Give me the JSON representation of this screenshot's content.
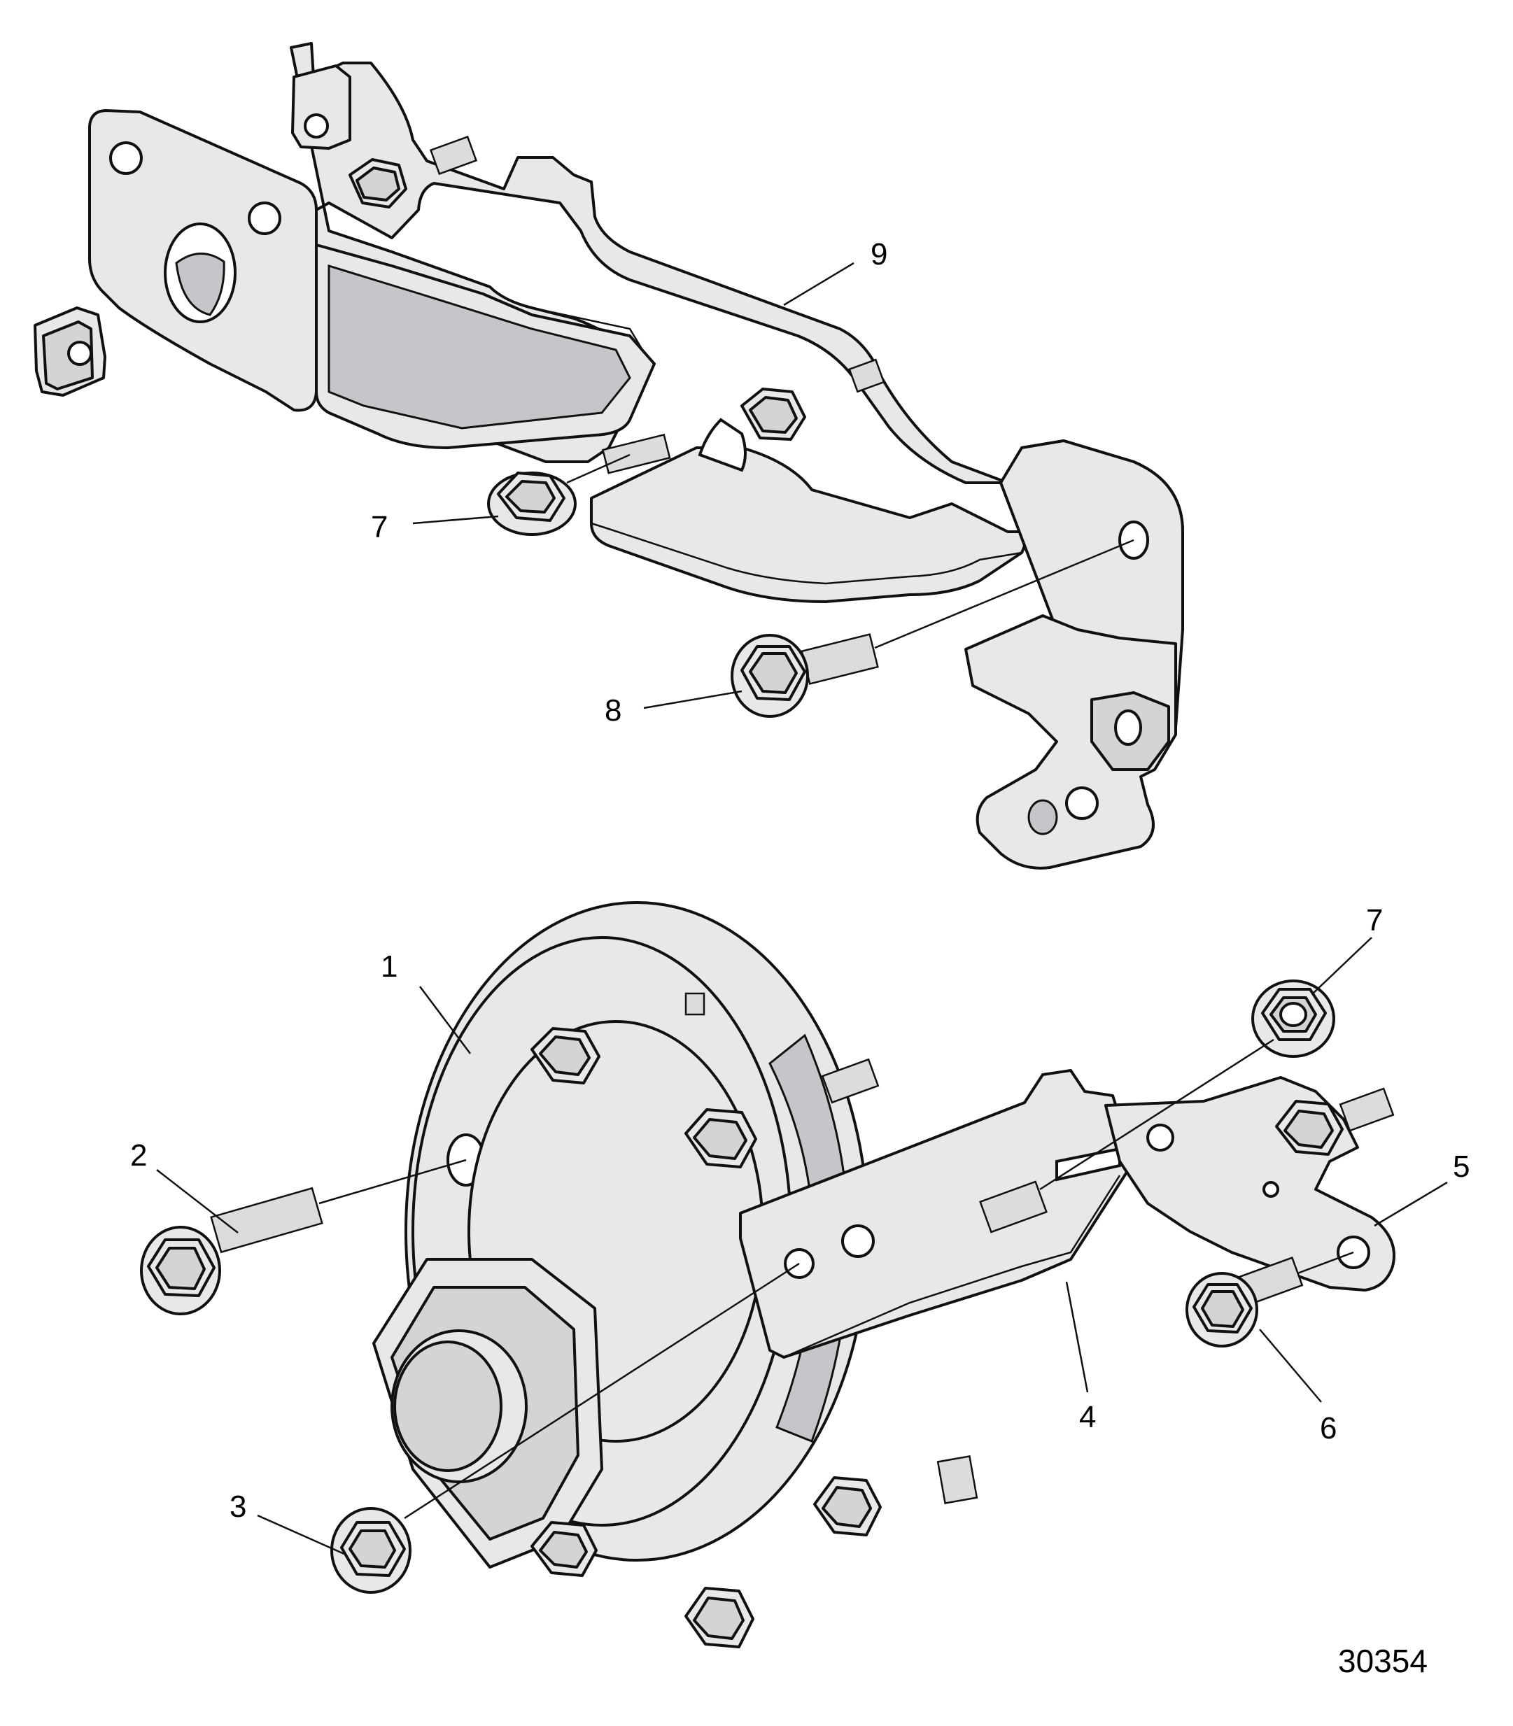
{
  "diagram": {
    "drawing_number": "30354",
    "callouts": [
      {
        "id": "c9",
        "label": "9"
      },
      {
        "id": "c7a",
        "label": "7"
      },
      {
        "id": "c8",
        "label": "8"
      },
      {
        "id": "c1",
        "label": "1"
      },
      {
        "id": "c2",
        "label": "2"
      },
      {
        "id": "c3",
        "label": "3"
      },
      {
        "id": "c4",
        "label": "4"
      },
      {
        "id": "c5",
        "label": "5"
      },
      {
        "id": "c6",
        "label": "6"
      },
      {
        "id": "c7b",
        "label": "7"
      }
    ],
    "colors": {
      "part_fill": "#e8e8ea",
      "part_shade": "#c6c6ca",
      "line": "#111111",
      "background": "#ffffff"
    }
  }
}
